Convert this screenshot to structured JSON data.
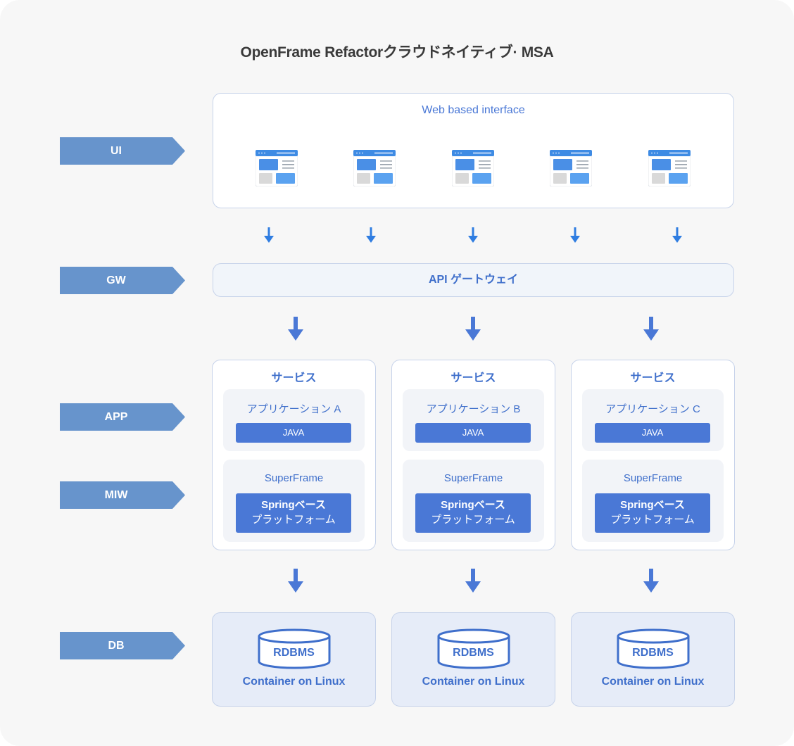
{
  "title": "OpenFrame Refactorクラウドネイティブ· MSA",
  "layers": {
    "ui": "UI",
    "gw": "GW",
    "app": "APP",
    "miw": "MIW",
    "db": "DB"
  },
  "ui_box": {
    "caption": "Web based interface"
  },
  "gateway": {
    "label": "API ゲートウェイ"
  },
  "services": [
    {
      "title": "サービス",
      "app_title": "アプリケーション A",
      "java": "JAVA",
      "framework": "SuperFrame",
      "platform_line1": "Springベース",
      "platform_line2": "プラットフォーム"
    },
    {
      "title": "サービス",
      "app_title": "アプリケーション B",
      "java": "JAVA",
      "framework": "SuperFrame",
      "platform_line1": "Springベース",
      "platform_line2": "プラットフォーム"
    },
    {
      "title": "サービス",
      "app_title": "アプリケーション C",
      "java": "JAVA",
      "framework": "SuperFrame",
      "platform_line1": "Springベース",
      "platform_line2": "プラットフォーム"
    }
  ],
  "databases": [
    {
      "engine": "RDBMS",
      "host": "Container on Linux"
    },
    {
      "engine": "RDBMS",
      "host": "Container on Linux"
    },
    {
      "engine": "RDBMS",
      "host": "Container on Linux"
    }
  ],
  "colors": {
    "layer_label": "#6794cc",
    "accent": "#4a78d6",
    "screen_header": "#3e8be4",
    "screen_block": "#4a8fe6",
    "screen_grey": "#d9d9d9",
    "arrow_small": "#2f7de1",
    "arrow_big": "#4a78d6"
  },
  "icons": {
    "layer_arrow": "pentagon-arrow-right",
    "screen": "browser-window-icon",
    "flow_arrow": "arrow-down-icon",
    "database": "database-cylinder-icon"
  }
}
